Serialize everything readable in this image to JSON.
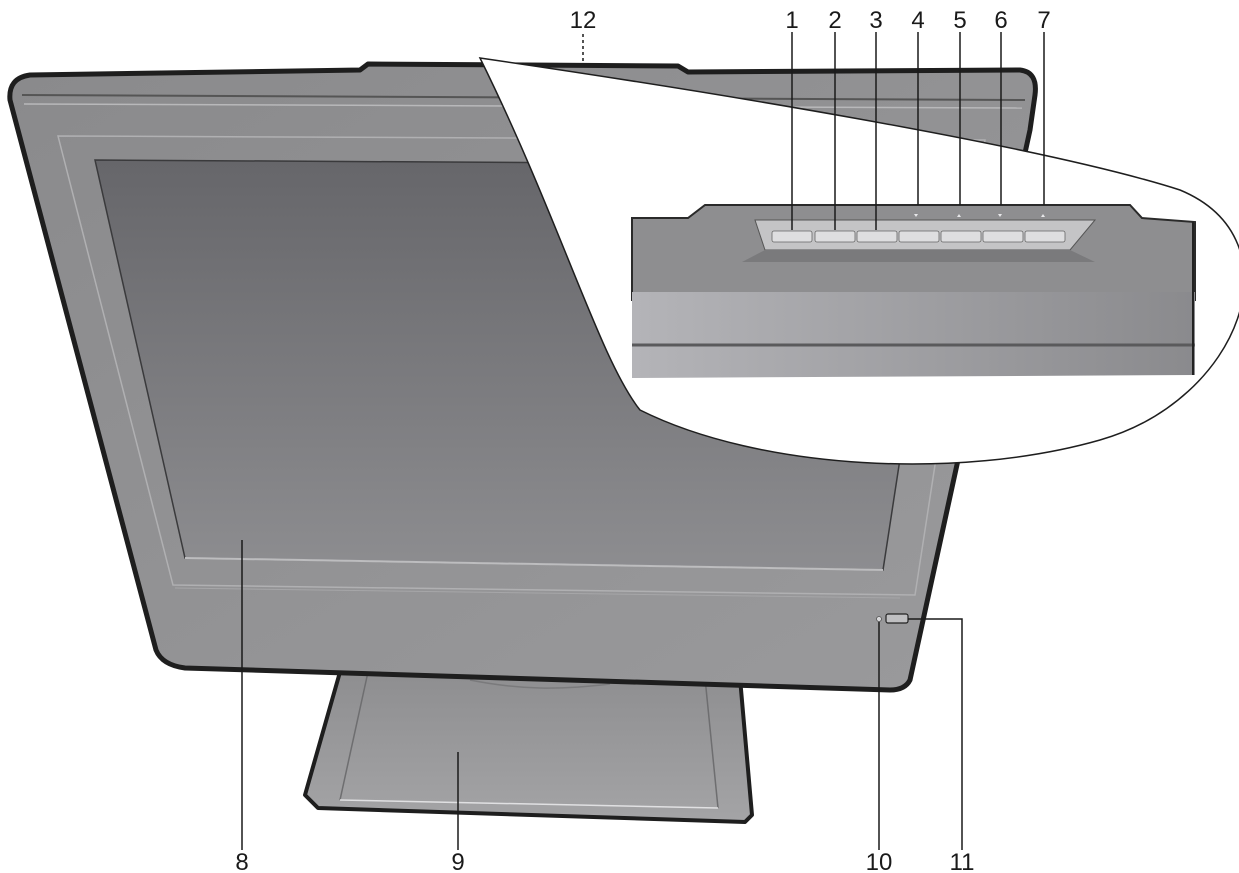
{
  "callouts": [
    {
      "id": "c1",
      "label": "1"
    },
    {
      "id": "c2",
      "label": "2"
    },
    {
      "id": "c3",
      "label": "3"
    },
    {
      "id": "c4",
      "label": "4"
    },
    {
      "id": "c5",
      "label": "5"
    },
    {
      "id": "c6",
      "label": "6"
    },
    {
      "id": "c7",
      "label": "7"
    },
    {
      "id": "c8",
      "label": "8"
    },
    {
      "id": "c9",
      "label": "9"
    },
    {
      "id": "c10",
      "label": "10"
    },
    {
      "id": "c11",
      "label": "11"
    },
    {
      "id": "c12",
      "label": "12"
    }
  ],
  "colors": {
    "bezel": "#8e8e90",
    "bezel_outline": "#1e1e1e",
    "screen_top": "#6b6b6e",
    "screen_bottom": "#8a8a8c",
    "stand": "#9a9a9c",
    "button": "#d8d8da"
  },
  "icons": [
    "monitor-illustration",
    "zoom-detail",
    "led-indicator",
    "power-button-icon"
  ]
}
